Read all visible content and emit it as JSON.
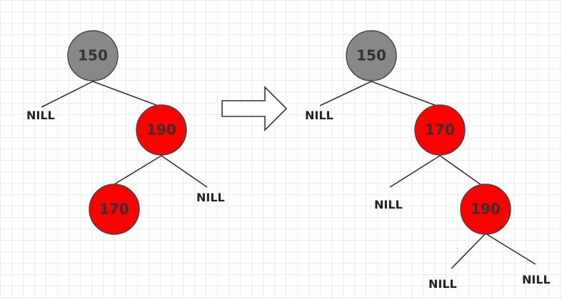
{
  "colors": {
    "black_node": "#888888",
    "red_node": "#ff0000",
    "edge": "#333333",
    "grid": "#ececec"
  },
  "left_tree": {
    "nodes": [
      {
        "id": "l150",
        "label": "150",
        "color": "black"
      },
      {
        "id": "l190",
        "label": "190",
        "color": "red"
      },
      {
        "id": "l170",
        "label": "170",
        "color": "red"
      }
    ],
    "nils": [
      {
        "id": "lnil1",
        "label": "NILL"
      },
      {
        "id": "lnil2",
        "label": "NILL"
      }
    ]
  },
  "right_tree": {
    "nodes": [
      {
        "id": "r150",
        "label": "150",
        "color": "black"
      },
      {
        "id": "r170",
        "label": "170",
        "color": "red"
      },
      {
        "id": "r190",
        "label": "190",
        "color": "red"
      }
    ],
    "nils": [
      {
        "id": "rnil1",
        "label": "NILL"
      },
      {
        "id": "rnil2",
        "label": "NILL"
      },
      {
        "id": "rnil3",
        "label": "NILL"
      },
      {
        "id": "rnil4",
        "label": "NILL"
      }
    ]
  },
  "arrow": {
    "icon": "right-arrow-icon"
  }
}
